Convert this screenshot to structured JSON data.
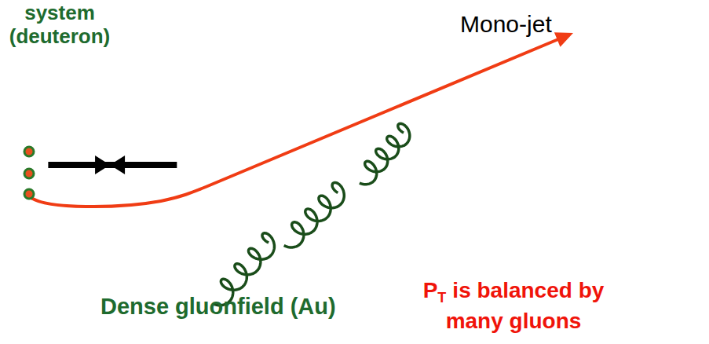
{
  "diagram": {
    "nodes": [
      {
        "text": [
          "system (deuteron)"
        ]
      },
      {
        "text": [
          "Dense gluonfield (Au)"
        ]
      }
    ],
    "edges": [
      {
        "from": 0,
        "to": 1,
        "arrow": "none"
      }
    ],
    "labels": [
      "Mono-jet",
      "P",
      "T",
      "is balanced by many gluons"
    ]
  }
}
